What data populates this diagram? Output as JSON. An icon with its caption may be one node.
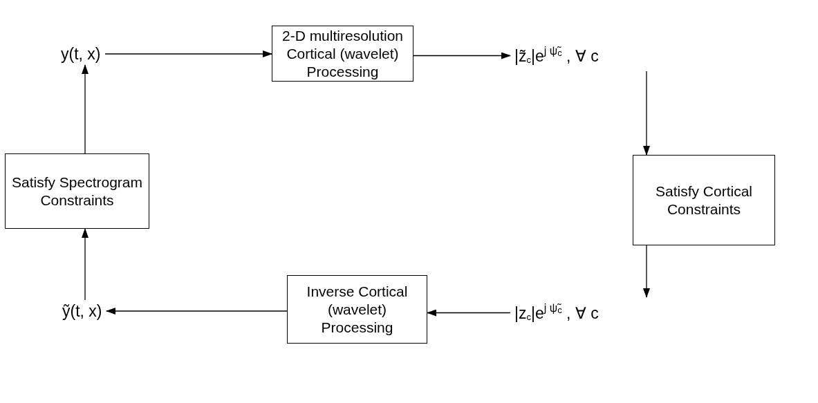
{
  "diagram": {
    "nodes": [
      {
        "text": [
          "y(t, x)"
        ]
      },
      {
        "text": [
          "2-D multiresolution Cortical (wavelet) Processing"
        ]
      },
      {
        "text": [
          "|z̃$_{c}$|e$^{j ψ̃}$$_{c}$ , ∀ c"
        ]
      },
      {
        "text": [
          "Satisfy Cortical Constraints"
        ]
      },
      {
        "text": [
          "|z$_{c}$|e$^{j ψ̃}$$_{c}$ , ∀ c"
        ]
      },
      {
        "text": [
          "Inverse Cortical (wavelet) Processing"
        ]
      },
      {
        "text": [
          "ỹ(t, x)"
        ]
      },
      {
        "text": [
          "Satisfy Spectrogram Constraints"
        ]
      }
    ],
    "edges": [
      {
        "from": 0,
        "to": 1,
        "arrow": "to"
      },
      {
        "from": 1,
        "to": 2,
        "arrow": "to"
      },
      {
        "from": 2,
        "to": 3,
        "arrow": "to"
      },
      {
        "from": 3,
        "to": 4,
        "arrow": "to"
      },
      {
        "from": 4,
        "to": 5,
        "arrow": "to"
      },
      {
        "from": 5,
        "to": 6,
        "arrow": "to"
      },
      {
        "from": 6,
        "to": 7,
        "arrow": "to"
      },
      {
        "from": 7,
        "to": 0,
        "arrow": "to"
      }
    ]
  }
}
